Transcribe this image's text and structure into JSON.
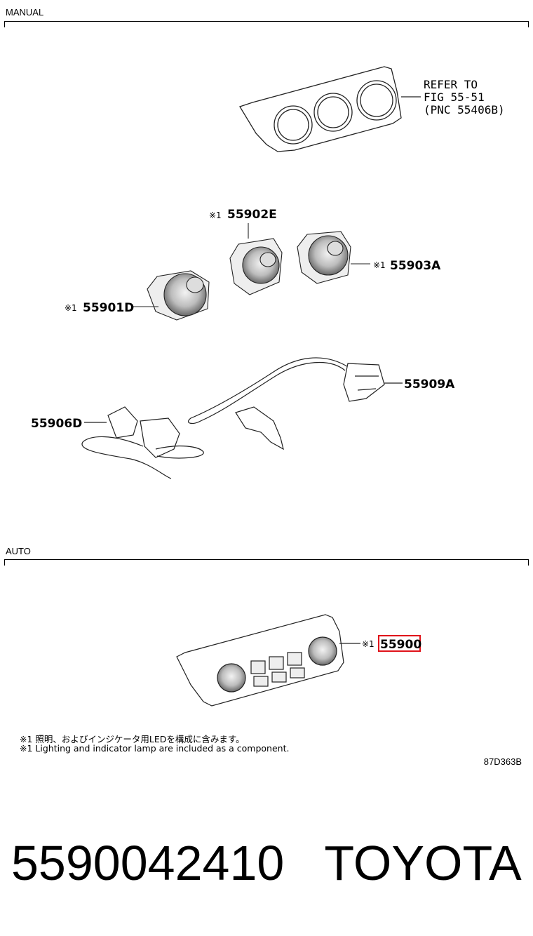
{
  "sections": {
    "manual_label": "MANUAL",
    "auto_label": "AUTO"
  },
  "refer_note": {
    "line1": "REFER TO",
    "line2": "FIG 55-51",
    "line3": "(PNC 55406B)"
  },
  "callouts": {
    "c55902E": {
      "mark": "※1",
      "code": "55902E"
    },
    "c55903A": {
      "mark": "※1",
      "code": "55903A"
    },
    "c55901D": {
      "mark": "※1",
      "code": "55901D"
    },
    "c55909A": {
      "mark": "",
      "code": "55909A"
    },
    "c55906D": {
      "mark": "",
      "code": "55906D"
    },
    "c55900": {
      "mark": "※1",
      "code": "55900"
    }
  },
  "highlight_color": "#e0131a",
  "notes": {
    "jp": "※1 照明、およびインジケータ用LEDを構成に含みます。",
    "en": "※1 Lighting and indicator lamp are included as a component."
  },
  "figure_code": "87D363B",
  "part_title": "5590042410   TOYOTA"
}
